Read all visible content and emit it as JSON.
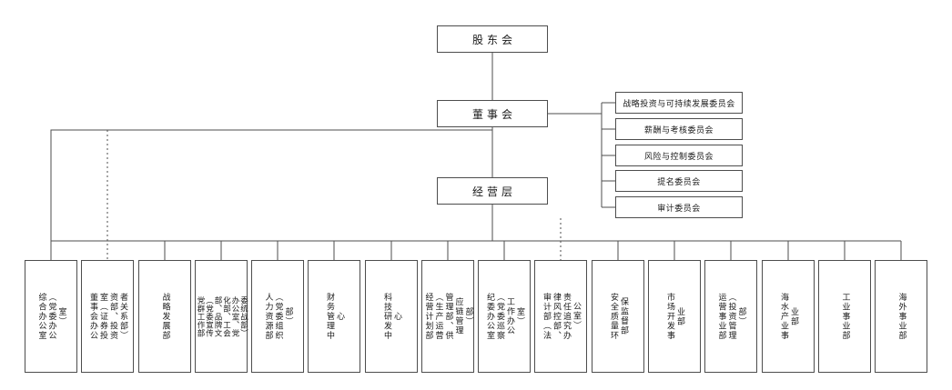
{
  "org": {
    "shareholders": "股东会",
    "board": "董事会",
    "management": "经营层",
    "committees": [
      "战略投资与可持续发展委员会",
      "薪酬与考核委员会",
      "风险与控制委员会",
      "提名委员会",
      "审计委员会"
    ],
    "departments": [
      "综合办公室（党委办公室）",
      "董事会办公室（证券投资部、投资者关系部）",
      "战略发展部",
      "党群工作部（党委宣传部、品牌文化部、工会办公室、党委统战部）",
      "人力资源部（党委组织部）",
      "财务管理中心",
      "科技研发中心",
      "经营计划部（生产运营管理部、供应链管理部）",
      "纪委办公室（党委巡察工作办公室）",
      "审计部（法律风控部、责任追究办公室）",
      "安全质量环保监督部",
      "市场开发事业部",
      "运营事业部（投资管理部）",
      "海水产业事业部",
      "工业事业部",
      "海外事业部"
    ],
    "colors": {
      "line": "#4d4d4d",
      "box_border": "#4d4d4d",
      "background": "#ffffff",
      "text": "#1a1a1a"
    },
    "line_styles": {
      "solid_links": "direct reporting",
      "dotted_links": "dotted reporting (board office, audit dept)"
    }
  }
}
